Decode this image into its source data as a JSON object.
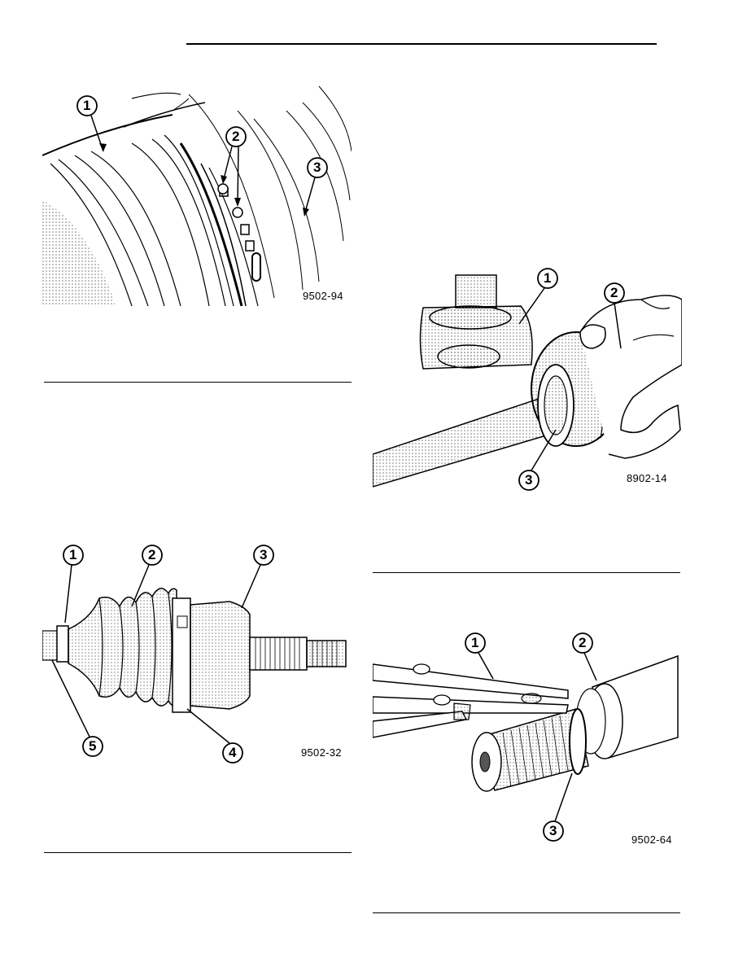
{
  "figures": [
    {
      "id": "9502-94",
      "label": "9502-94",
      "callouts": [
        "1",
        "2",
        "3"
      ]
    },
    {
      "id": "9502-32",
      "label": "9502-32",
      "callouts": [
        "1",
        "2",
        "3",
        "4",
        "5"
      ]
    },
    {
      "id": "8902-14",
      "label": "8902-14",
      "callouts": [
        "1",
        "2",
        "3"
      ]
    },
    {
      "id": "9502-64",
      "label": "9502-64",
      "callouts": [
        "1",
        "2",
        "3"
      ]
    }
  ]
}
